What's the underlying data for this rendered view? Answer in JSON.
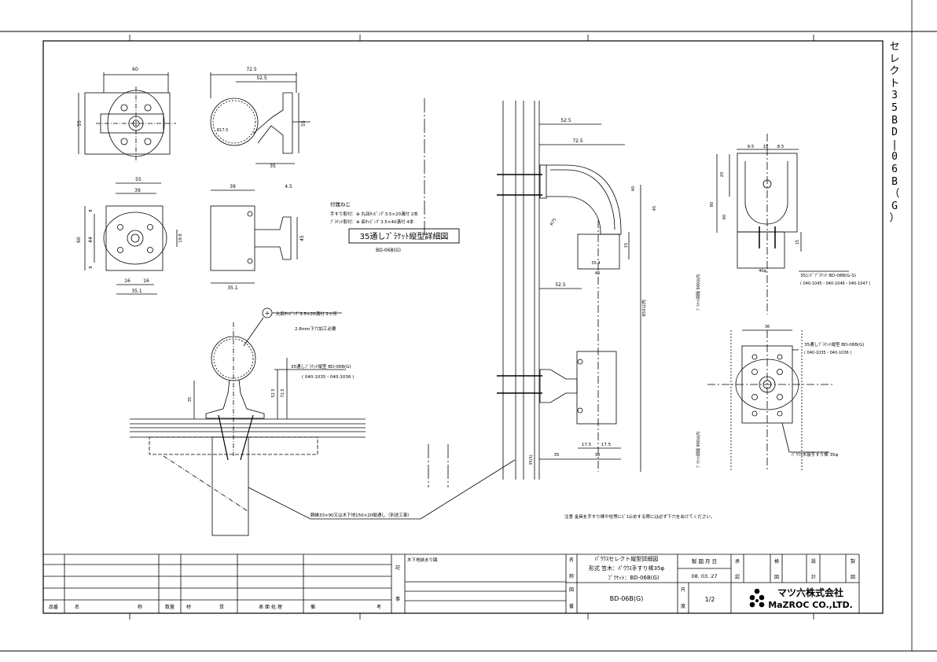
{
  "side_title": [
    "セ",
    "レ",
    "ク",
    "ト",
    "3",
    "5",
    "B",
    "D",
    "|",
    "0",
    "6",
    "B",
    "（",
    "G",
    "）"
  ],
  "views": {
    "top": {
      "dim_width": "60",
      "dim_height": "55"
    },
    "side_top": {
      "dim_total": "72.5",
      "dim_partial": "52.5",
      "dim_height": "55",
      "dim_bottom": "35",
      "dim_r": "R17.5"
    },
    "front": {
      "dim_width": "55",
      "dim_inner": "39",
      "dim_height": "60",
      "dim_inner_h": "44",
      "dim_8a": "8",
      "dim_8b": "8",
      "dim_16a": "16",
      "dim_16b": "16",
      "dim_bottom": "35.1",
      "dim_right": "19.9"
    },
    "side_front": {
      "dim_width": "39",
      "dim_4_5": "4.5",
      "dim_45": "45",
      "dim_bottom": "35.1"
    }
  },
  "screws_note": {
    "heading": "付属ねじ",
    "line1": "手すり取付：⊕ 丸皿ﾀｯﾋﾟﾝｸﾞ3.5×20溝付 2本",
    "line2": "ﾌﾞﾗｹｯﾄ取付：⊕ 皿ﾀｯﾋﾟﾝｸﾞ3.5×40溝付 4本"
  },
  "title_box": {
    "title": "35通しﾌﾞﾗｹｯﾄ縦型詳細図",
    "code": "BD-06B(G)"
  },
  "section": {
    "screw_label": "丸皿ﾀｯﾋﾟﾝｸﾞ3.5×20溝付 2ヶ所",
    "pilot_note": "2.8mm下穴加工必要",
    "bracket_label": "35通しﾌﾞﾗｹｯﾄ縦型 BD-06B(G)",
    "bracket_codes": "( 040-1035・040-1036 )",
    "dim_35": "35",
    "dim_52_5": "52.5",
    "dim_72_5": "72.5",
    "backing_note": "胴縁33×90又は木下地150×20縦通し（別途工事）"
  },
  "elevation": {
    "dim_52_5": "52.5",
    "dim_72_5": "72.5",
    "dim_r": "R75",
    "dim_40": "40",
    "dim_45": "45",
    "dim_15": "15",
    "dim_35_4": "35.4",
    "dim_40b": "40",
    "dim_52_5b": "52.5",
    "dim_855": "855以内",
    "dim_17_5a": "17.5",
    "dim_17_5b": "17.5",
    "dim_35": "35",
    "dim_36": "36",
    "dim_s1": "35(5)"
  },
  "right_views": {
    "dim_9_5": "9.5",
    "dim_18": "18",
    "dim_8_5": "8.5",
    "dim_20": "20",
    "dim_80": "80",
    "dim_60": "60",
    "dim_15": "15",
    "dim_40": "40φ",
    "end_bracket_label": "35ｴﾝﾄﾞﾌﾞﾗｹｯﾄ BD-08B(G-S)",
    "end_bracket_codes": "( 040-1045・040-1046・040-1047 )",
    "bracket_pitch_1": "ﾌﾞﾗｹｯﾄ間隔 900以内",
    "bracket_pitch_2": "ﾌﾞﾗｹｯﾄ間隔 900以内",
    "mid_label": "35通しﾌﾞﾗｹｯﾄ縦型 BD-06B(G)",
    "mid_codes": "( 040-1035・040-1036 )",
    "dim_36": "36",
    "rail_label": "ﾊﾟｳｳｽ木製手すり棒 35φ"
  },
  "caution_note": "注意 金具を手すり棒や柱等にﾋﾞｽ止めする際には必ず下穴をあけてください。",
  "title_block": {
    "col_headers": [
      "品番",
      "名",
      "称",
      "数量",
      "材",
      "質",
      "表 面 処 理",
      "備",
      "考"
    ],
    "notes_label_1": "記",
    "notes_label_2": "事",
    "notes_text": "木下地納まり図",
    "name_label_1": "名",
    "name_label_2": "称",
    "name_line1": "ﾊﾟｳｳｽセレクト縦型詳細図",
    "name_line2": "形式 笠木：ﾊﾟｳｳｽ手すり棒35φ",
    "name_line3": "ﾌﾞﾗｹｯﾄ：BD-06B(G)",
    "date_label": "製 図 月 日",
    "date_value": "08. 03. 27",
    "drawing_no_label_1": "図",
    "drawing_no_label_2": "番",
    "drawing_no": "BD-06B(G)",
    "scale_label_1": "尺",
    "scale_label_2": "度",
    "scale_value": "1/2",
    "approve_1": "承",
    "approve_2": "認",
    "check_1": "検",
    "check_2": "図",
    "design_1": "設",
    "design_2": "計",
    "draft_1": "製",
    "draft_2": "図",
    "company_jp": "マツ六株式会社",
    "company_en": "MaZROC CO.,LTD."
  }
}
